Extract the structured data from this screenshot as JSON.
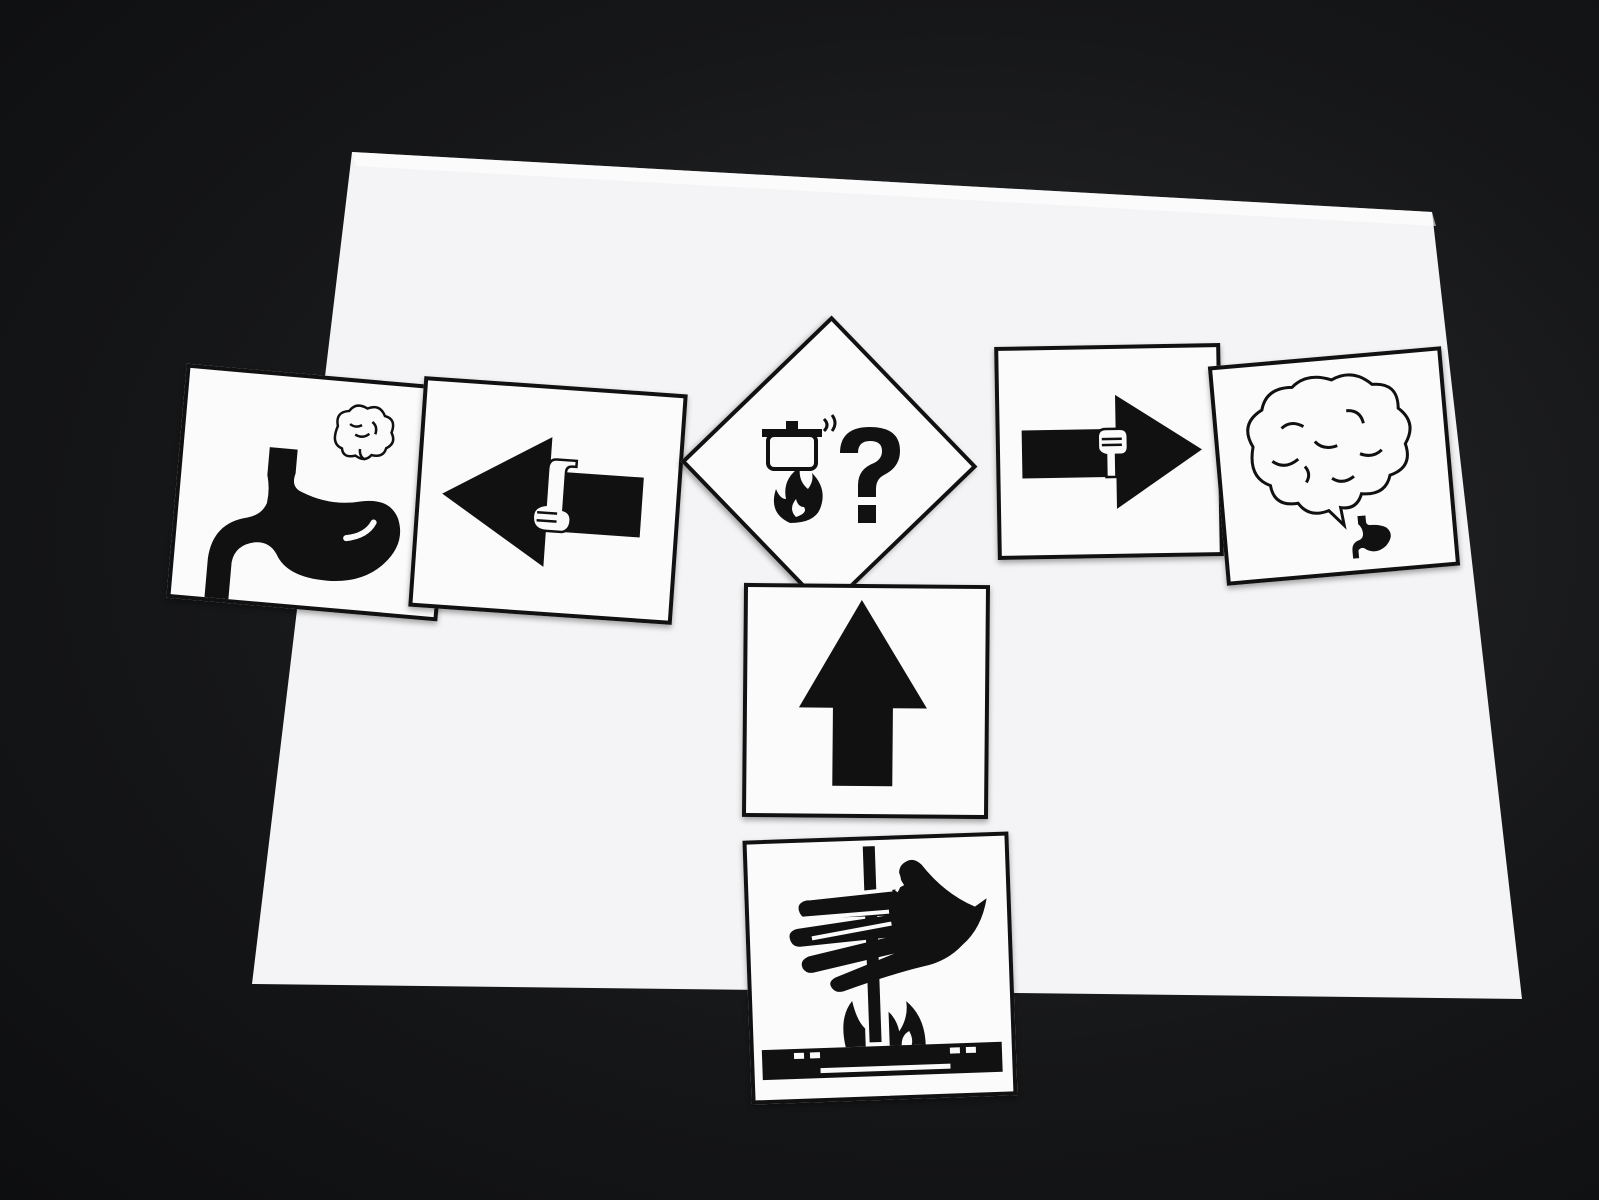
{
  "scene": {
    "background_color": "#141517",
    "paper_color": "#f4f4f6",
    "card_color": "#fbfbfb",
    "ink_color": "#111111"
  },
  "cards": [
    {
      "name": "stomach-brain-card",
      "icon": "stomach-icon",
      "secondary_icon": "brain-icon"
    },
    {
      "name": "left-arrow-card",
      "icon": "arrow-left-icon",
      "secondary_icon": "grabbing-hand-icon"
    },
    {
      "name": "cooking-question-card",
      "icon": "cooking-pot-icon",
      "secondary_icon": "question-mark-icon"
    },
    {
      "name": "right-arrow-card",
      "icon": "arrow-right-icon",
      "secondary_icon": "fist-icon"
    },
    {
      "name": "brain-stomach-card",
      "icon": "brain-icon",
      "secondary_icon": "stomach-icon"
    },
    {
      "name": "up-arrow-card",
      "icon": "arrow-up-icon",
      "secondary_icon": ""
    },
    {
      "name": "hand-fire-card",
      "icon": "hand-icon",
      "secondary_icon": "fire-icon"
    }
  ]
}
